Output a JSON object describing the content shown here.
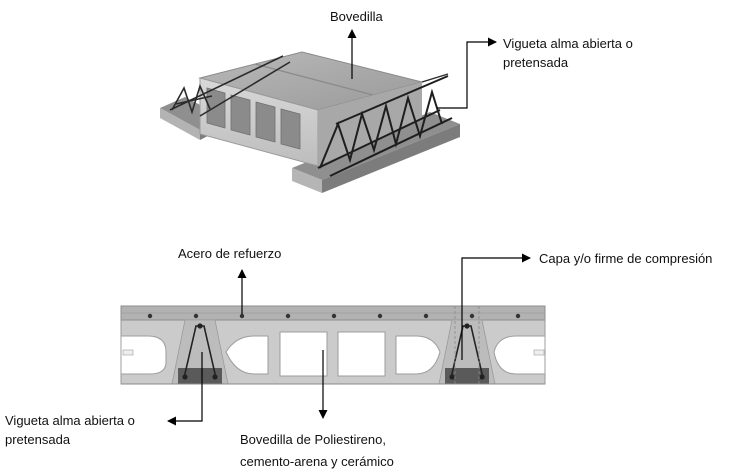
{
  "labels": {
    "top_bovedilla": "Bovedilla",
    "top_vigueta_line1": "Vigueta alma abierta o",
    "top_vigueta_line2": "pretensada",
    "acero": "Acero de refuerzo",
    "capa": "Capa y/o firme de compresión",
    "bottom_vigueta_line1": "Vigueta alma abierta o",
    "bottom_vigueta_line2": "pretensada",
    "bottom_bovedilla_line1": "Bovedilla de Poliestireno,",
    "bottom_bovedilla_line2": "cemento-arena y cerámico"
  }
}
